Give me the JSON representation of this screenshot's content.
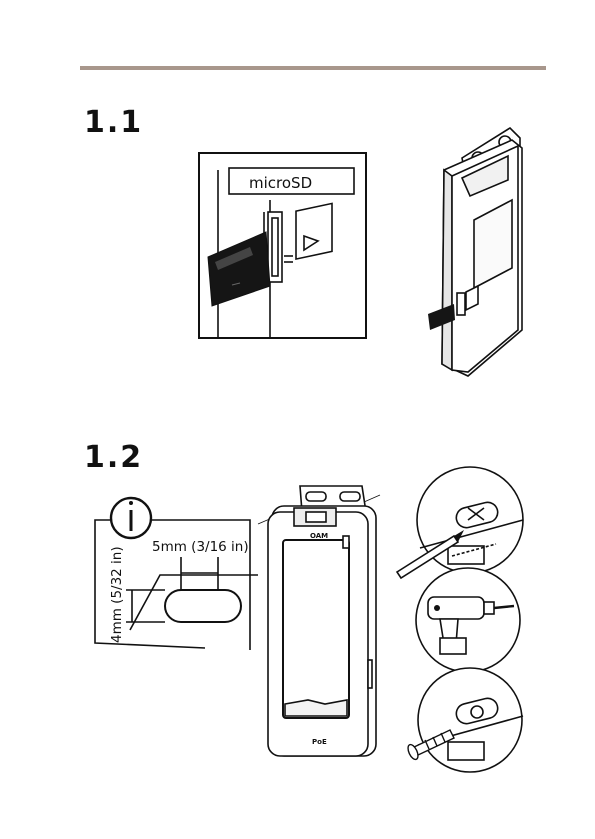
{
  "section_rule_color": "#a8978c",
  "steps": [
    {
      "number": "1.1"
    },
    {
      "number": "1.2"
    }
  ],
  "step1": {
    "card_label": "microSD"
  },
  "step2": {
    "info_icon": "info-icon",
    "width_label": "5mm (3/16 in)",
    "height_label": "4mm (5/32 in)",
    "device_top_text": "OAM",
    "device_bottom_text": "PoE"
  }
}
